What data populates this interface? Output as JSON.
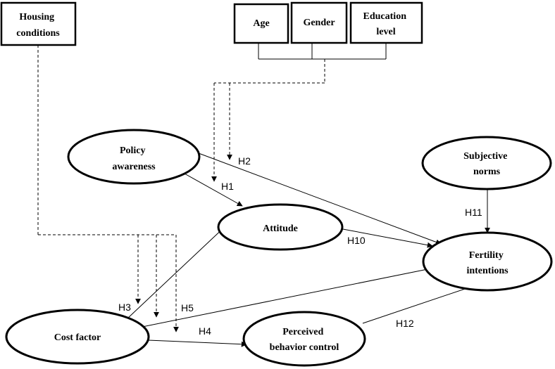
{
  "boxes": {
    "housing": [
      "Housing",
      "conditions"
    ],
    "age": [
      "Age"
    ],
    "gender": [
      "Gender"
    ],
    "education": [
      "Education",
      "level"
    ]
  },
  "nodes": {
    "policy": [
      "Policy",
      "awareness"
    ],
    "subjective": [
      "Subjective",
      "norms"
    ],
    "attitude": [
      "Attitude"
    ],
    "fertility": [
      "Fertility",
      "intentions"
    ],
    "cost": [
      "Cost factor"
    ],
    "pbc": [
      "Perceived",
      "behavior control"
    ]
  },
  "hypotheses": {
    "h1": "H1",
    "h2": "H2",
    "h3": "H3",
    "h4": "H4",
    "h5": "H5",
    "h10": "H10",
    "h11": "H11",
    "h12": "H12"
  }
}
